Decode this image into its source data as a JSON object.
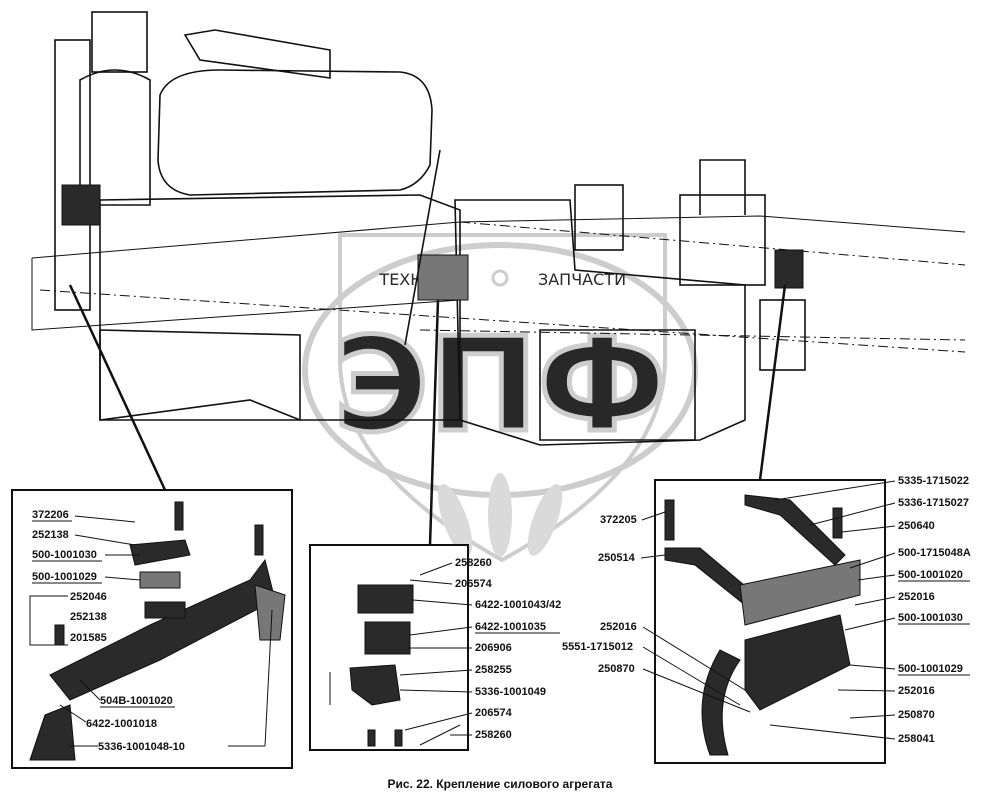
{
  "watermark": {
    "left_word": "ТЕХНИКА",
    "right_word": "ЗАПЧАСТИ",
    "big_letters": "ЭПФ",
    "color": "#c8c8c8"
  },
  "caption": "Рис. 22. Крепление силового агрегата",
  "panel_left": {
    "labels": [
      "372206",
      "252138",
      "500-1001030",
      "500-1001029",
      "252046",
      "252138",
      "201585",
      "504В-1001020",
      "6422-1001018",
      "5336-1001048-10"
    ]
  },
  "panel_middle": {
    "labels": [
      "258260",
      "206574",
      "6422-1001043/42",
      "6422-1001035",
      "206906",
      "258255",
      "5336-1001049",
      "206574",
      "258260"
    ]
  },
  "panel_right": {
    "labels": [
      "5335-1715022",
      "5336-1715027",
      "372205",
      "250640",
      "250514",
      "500-1715048А",
      "500-1001020",
      "252016",
      "252016",
      "500-1001030",
      "5551-1715012",
      "250870",
      "500-1001029",
      "252016",
      "250870",
      "258041"
    ]
  }
}
